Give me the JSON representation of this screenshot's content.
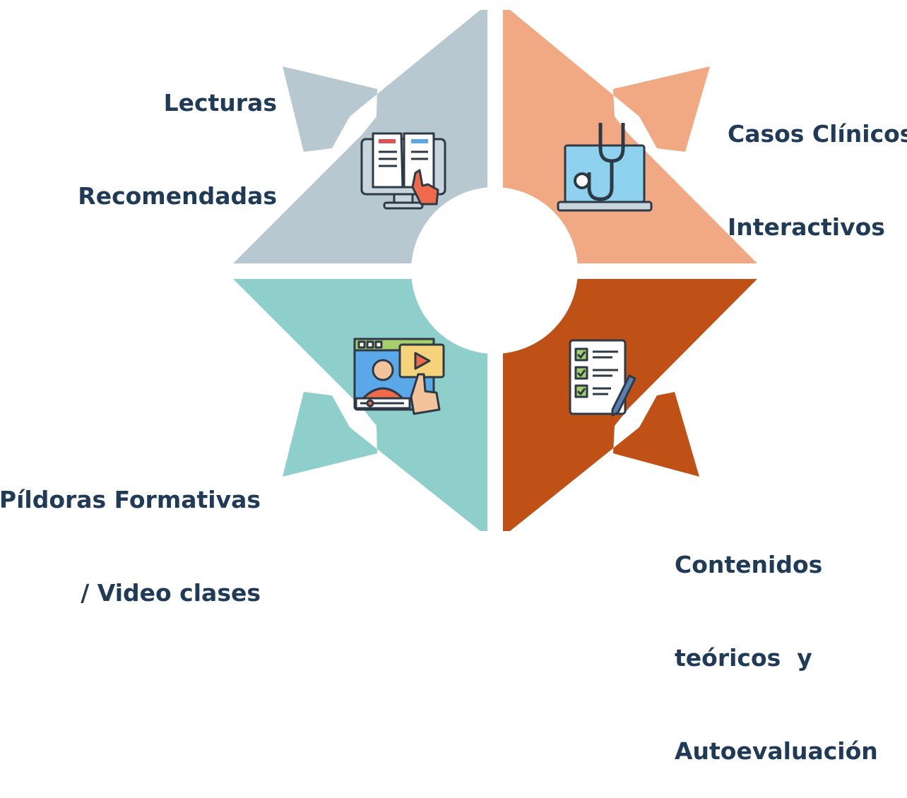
{
  "colors": {
    "top_left": "#b7c8d0",
    "top_right": "#f1a984",
    "bottom_left": "#8ecfcb",
    "bottom_right": "#bf5116",
    "text": "#1f3b57",
    "icon_outline": "#2d3a46"
  },
  "quadrants": [
    {
      "id": "lecturas",
      "position": "top-left",
      "icon": "book-on-screen-icon",
      "lines": [
        "Lecturas",
        "Recomendadas"
      ]
    },
    {
      "id": "casos",
      "position": "top-right",
      "icon": "laptop-stethoscope-icon",
      "lines": [
        "Casos Clínicos",
        "Interactivos"
      ]
    },
    {
      "id": "pildoras",
      "position": "bottom-left",
      "icon": "video-lesson-icon",
      "lines": [
        "Píldoras Formativas",
        "/ Video clases"
      ]
    },
    {
      "id": "contenidos",
      "position": "bottom-right",
      "icon": "checklist-icon",
      "lines": [
        "Contenidos",
        "teóricos  y",
        "Autoevaluación"
      ]
    }
  ]
}
